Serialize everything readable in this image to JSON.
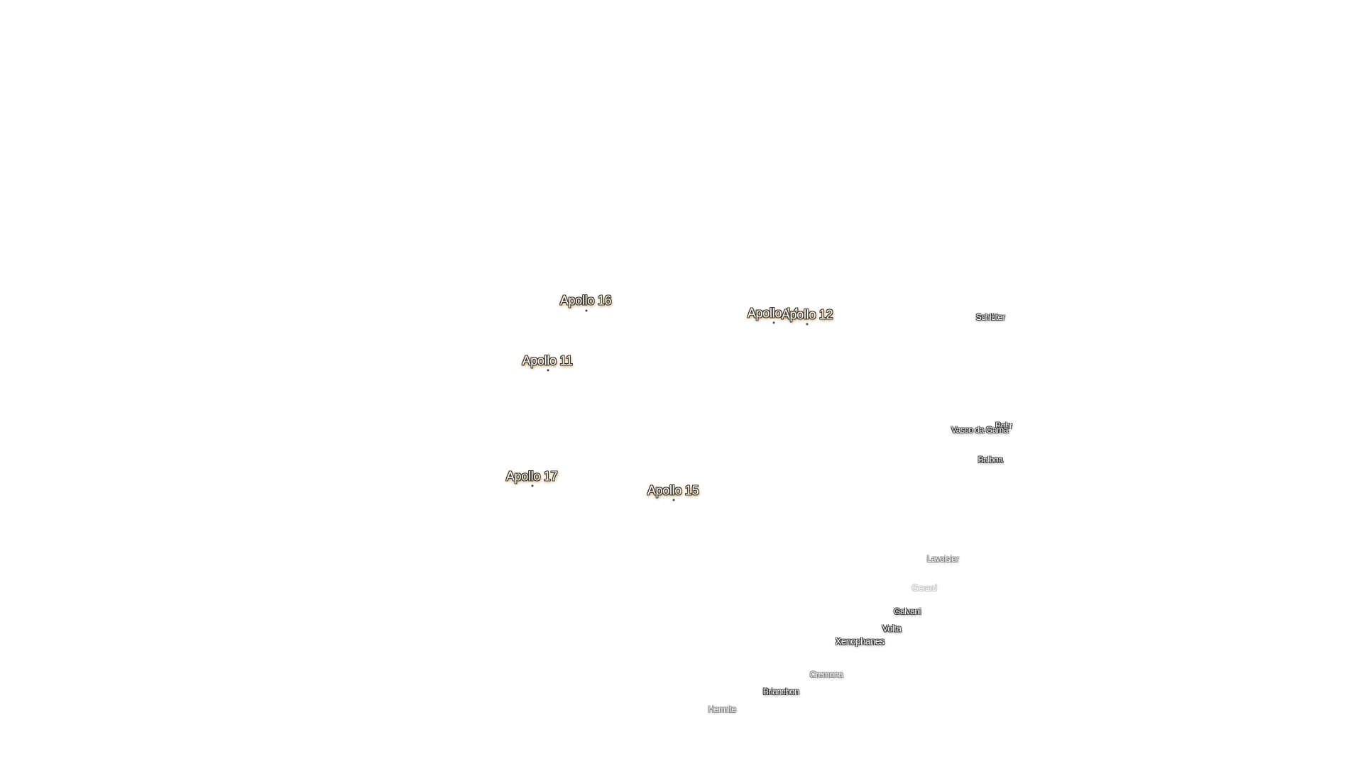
{
  "map": {
    "landing_sites": [
      {
        "id": "apollo-16",
        "label": "Apollo 16"
      },
      {
        "id": "apollo-14",
        "label": "Apollo 14"
      },
      {
        "id": "apollo-12",
        "label": "Apollo 12"
      },
      {
        "id": "apollo-11",
        "label": "Apollo 11"
      },
      {
        "id": "apollo-17",
        "label": "Apollo 17"
      },
      {
        "id": "apollo-15",
        "label": "Apollo 15"
      }
    ],
    "craters": [
      {
        "id": "schluter",
        "label": "Schlüter"
      },
      {
        "id": "bohr",
        "label": "Bohr"
      },
      {
        "id": "vasco-da-gama",
        "label": "Vasco da Gama"
      },
      {
        "id": "balboa",
        "label": "Balboa"
      },
      {
        "id": "lavoisier",
        "label": "Lavoisier"
      },
      {
        "id": "gerard",
        "label": "Gerard"
      },
      {
        "id": "galvani",
        "label": "Galvani"
      },
      {
        "id": "volta",
        "label": "Volta"
      },
      {
        "id": "xenophanes",
        "label": "Xenophanes"
      },
      {
        "id": "cremona",
        "label": "Cremona"
      },
      {
        "id": "brianchon",
        "label": "Brianchon"
      },
      {
        "id": "hermite",
        "label": "Hermite"
      }
    ]
  }
}
